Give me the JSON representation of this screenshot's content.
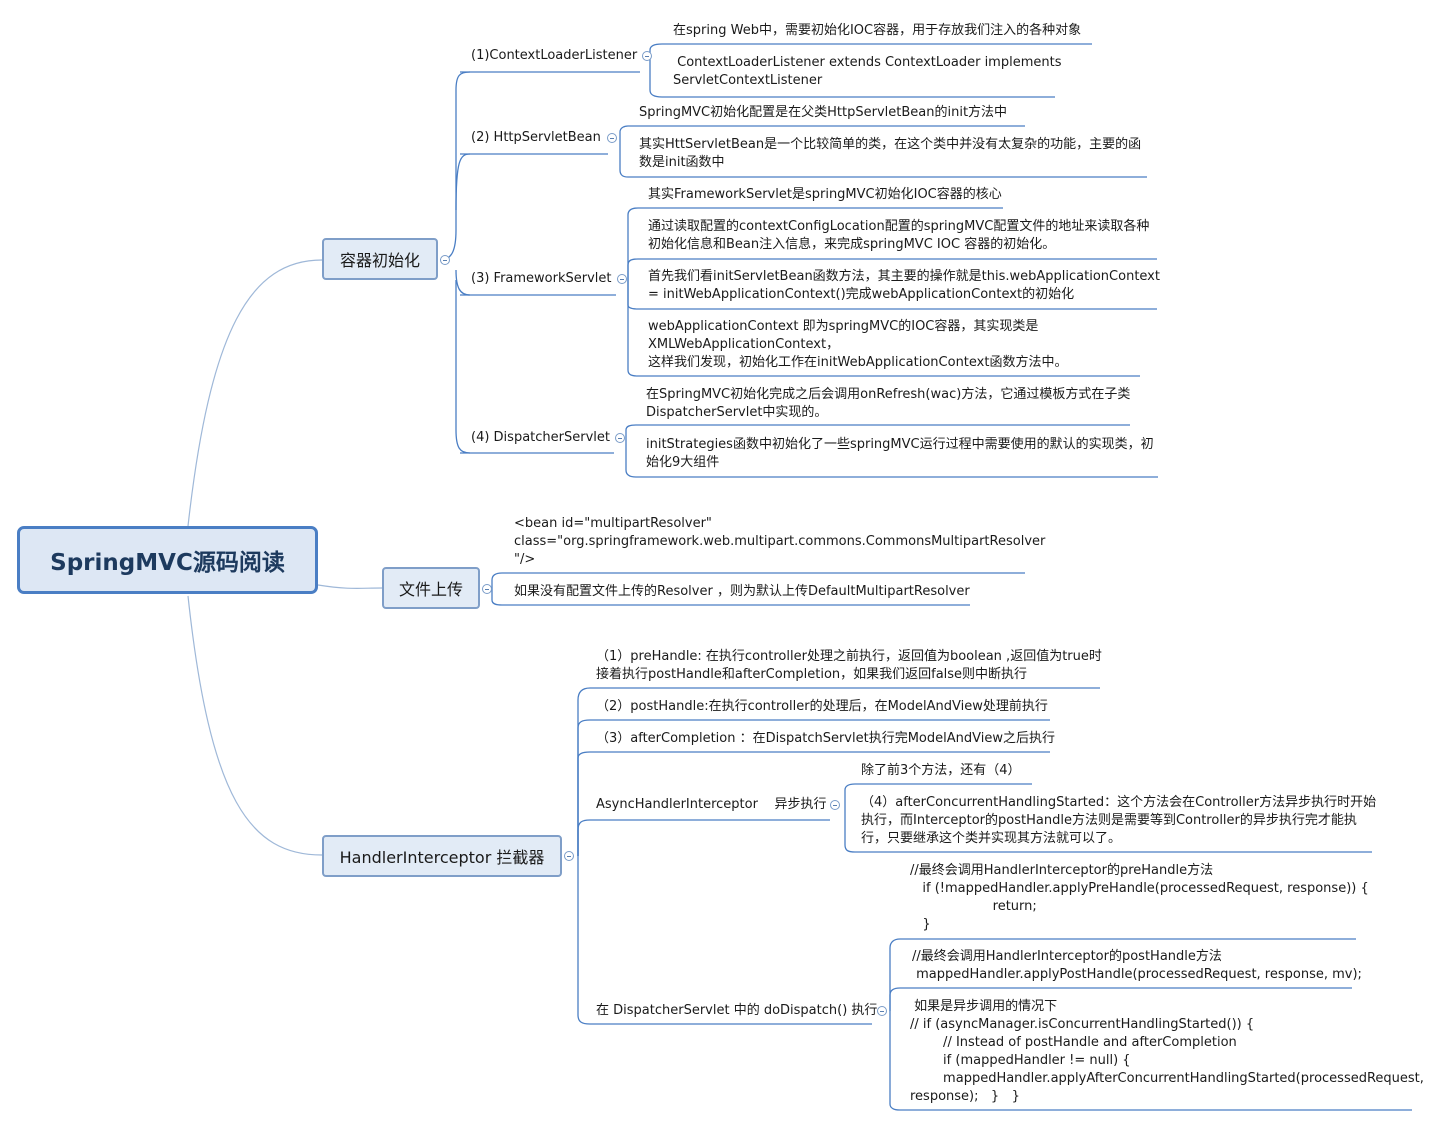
{
  "root": {
    "label": "SpringMVC源码阅读"
  },
  "colors": {
    "line": "#4a7ec4",
    "curve": "#9fb8d8",
    "root_border": "#4a7ec4",
    "node_fill": "#e2ebf6"
  },
  "icons": {
    "collapse": "collapse-minus-icon"
  },
  "branches": [
    {
      "label": "容器初始化",
      "children": [
        {
          "label": "(1)ContextLoaderListener",
          "notes": [
            "在spring Web中，需要初始化IOC容器，用于存放我们注入的各种对象",
            " ContextLoaderListener extends ContextLoader implements\nServletContextListener"
          ]
        },
        {
          "label": "(2) HttpServletBean",
          "notes": [
            "SpringMVC初始化配置是在父类HttpServletBean的init方法中",
            "其实HttServletBean是一个比较简单的类，在这个类中并没有太复杂的功能，主要的函\n数是init函数中"
          ]
        },
        {
          "label": "(3) FrameworkServlet",
          "notes": [
            "其实FrameworkServlet是springMVC初始化IOC容器的核心",
            "通过读取配置的contextConfigLocation配置的springMVC配置文件的地址来读取各种\n初始化信息和Bean注入信息，来完成springMVC IOC 容器的初始化。",
            "首先我们看initServletBean函数方法，其主要的操作就是this.webApplicationContext\n= initWebApplicationContext()完成webApplicationContext的初始化",
            "webApplicationContext 即为springMVC的IOC容器，其实现类是\nXMLWebApplicationContext，\n这样我们发现，初始化工作在initWebApplicationContext函数方法中。"
          ]
        },
        {
          "label": "(4) DispatcherServlet",
          "notes": [
            "在SpringMVC初始化完成之后会调用onRefresh(wac)方法，它通过模板方式在子类\nDispatcherServlet中实现的。",
            "initStrategies函数中初始化了一些springMVC运行过程中需要使用的默认的实现类，初\n始化9大组件"
          ]
        }
      ]
    },
    {
      "label": "文件上传",
      "notes": [
        "<bean id=\"multipartResolver\"\nclass=\"org.springframework.web.multipart.commons.CommonsMultipartResolver\n\"/>",
        "如果没有配置文件上传的Resolver ，则为默认上传DefaultMultipartResolver"
      ]
    },
    {
      "label": "HandlerInterceptor 拦截器",
      "notes": [
        "（1）preHandle: 在执行controller处理之前执行，返回值为boolean ,返回值为true时\n接着执行postHandle和afterCompletion，如果我们返回false则中断执行",
        "（2）postHandle:在执行controller的处理后，在ModelAndView处理前执行",
        "（3）afterCompletion ：在DispatchServlet执行完ModelAndView之后执行"
      ],
      "children": [
        {
          "label": "AsyncHandlerInterceptor    异步执行",
          "notes": [
            "除了前3个方法，还有（4）",
            "（4）afterConcurrentHandlingStarted：这个方法会在Controller方法异步执行时开始\n执行，而Interceptor的postHandle方法则是需要等到Controller的异步执行完才能执\n行，只要继承这个类并实现其方法就可以了。"
          ]
        },
        {
          "label": "在 DispatcherServlet 中的 doDispatch() 执行",
          "notes": [
            "//最终会调用HandlerInterceptor的preHandle方法\n   if (!mappedHandler.applyPreHandle(processedRequest, response)) {\n                    return;\n   }",
            "//最终会调用HandlerInterceptor的postHandle方法\n mappedHandler.applyPostHandle(processedRequest, response, mv);",
            " 如果是异步调用的情况下\n// if (asyncManager.isConcurrentHandlingStarted()) {\n        // Instead of postHandle and afterCompletion\n        if (mappedHandler != null) {\n        mappedHandler.applyAfterConcurrentHandlingStarted(processedRequest,\nresponse);   }   }"
          ]
        }
      ]
    }
  ]
}
